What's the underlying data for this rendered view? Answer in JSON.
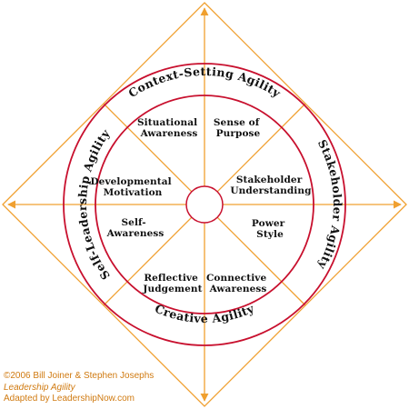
{
  "diagram": {
    "outer_ring_labels": {
      "top": "Context-Setting Agility",
      "right": "Stakeholder Agility",
      "bottom": "Creative Agility",
      "left": "Self-Leadership Agility"
    },
    "segments": [
      {
        "lines": [
          "Situational",
          "Awareness"
        ]
      },
      {
        "lines": [
          "Sense of",
          "Purpose"
        ]
      },
      {
        "lines": [
          "Stakeholder",
          "Understanding"
        ]
      },
      {
        "lines": [
          "Power",
          "Style"
        ]
      },
      {
        "lines": [
          "Connective",
          "Awareness"
        ]
      },
      {
        "lines": [
          "Reflective",
          "Judgement"
        ]
      },
      {
        "lines": [
          "Self-",
          "Awareness"
        ]
      },
      {
        "lines": [
          "Developmental",
          "Motivation"
        ]
      }
    ],
    "colors": {
      "orange_line": "#f0a030",
      "red_ring": "#c8102e",
      "text": "#111111",
      "credit_text": "#d07a10"
    }
  },
  "credits": {
    "copyright": "©2006 Bill Joiner & Stephen Josephs",
    "book": "Leadership Agility",
    "adapted": "Adapted by LeadershipNow.com"
  }
}
